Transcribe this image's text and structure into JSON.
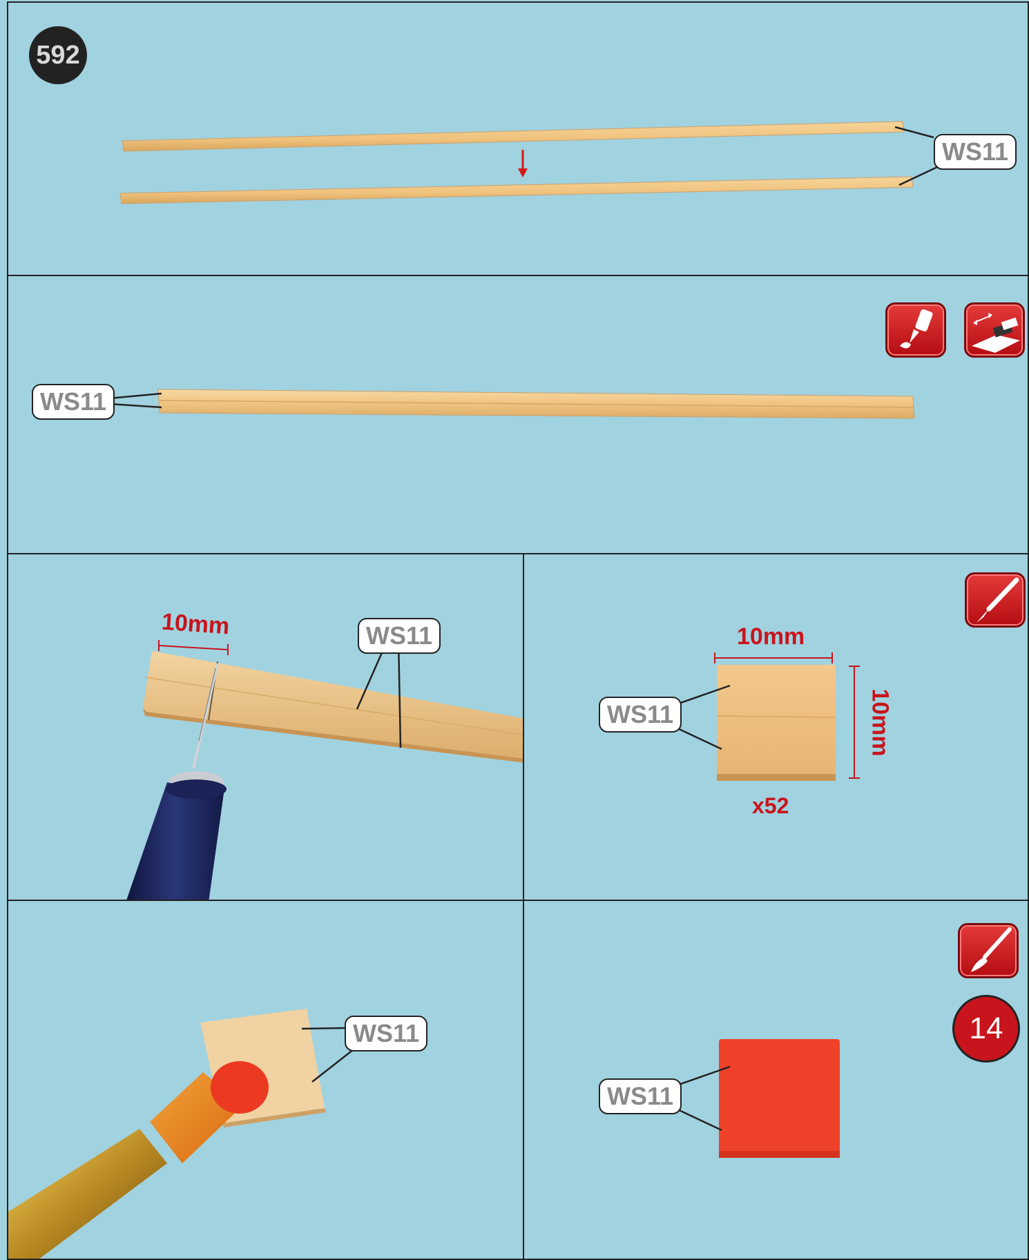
{
  "step_number": "592",
  "part_label": "WS11",
  "count_badge": "14",
  "dimensions": {
    "length": "10mm",
    "width": "10mm",
    "height": "10mm",
    "quantity": "x52"
  },
  "icons": {
    "glue": "glue-bottle-icon",
    "sand": "sanding-block-icon",
    "knife": "craft-knife-icon",
    "paint": "paintbrush-icon"
  },
  "colors": {
    "background": "#a1d2e0",
    "wood": "#efc27c",
    "paint": "#f0412a",
    "accent_red": "#c8141c"
  }
}
